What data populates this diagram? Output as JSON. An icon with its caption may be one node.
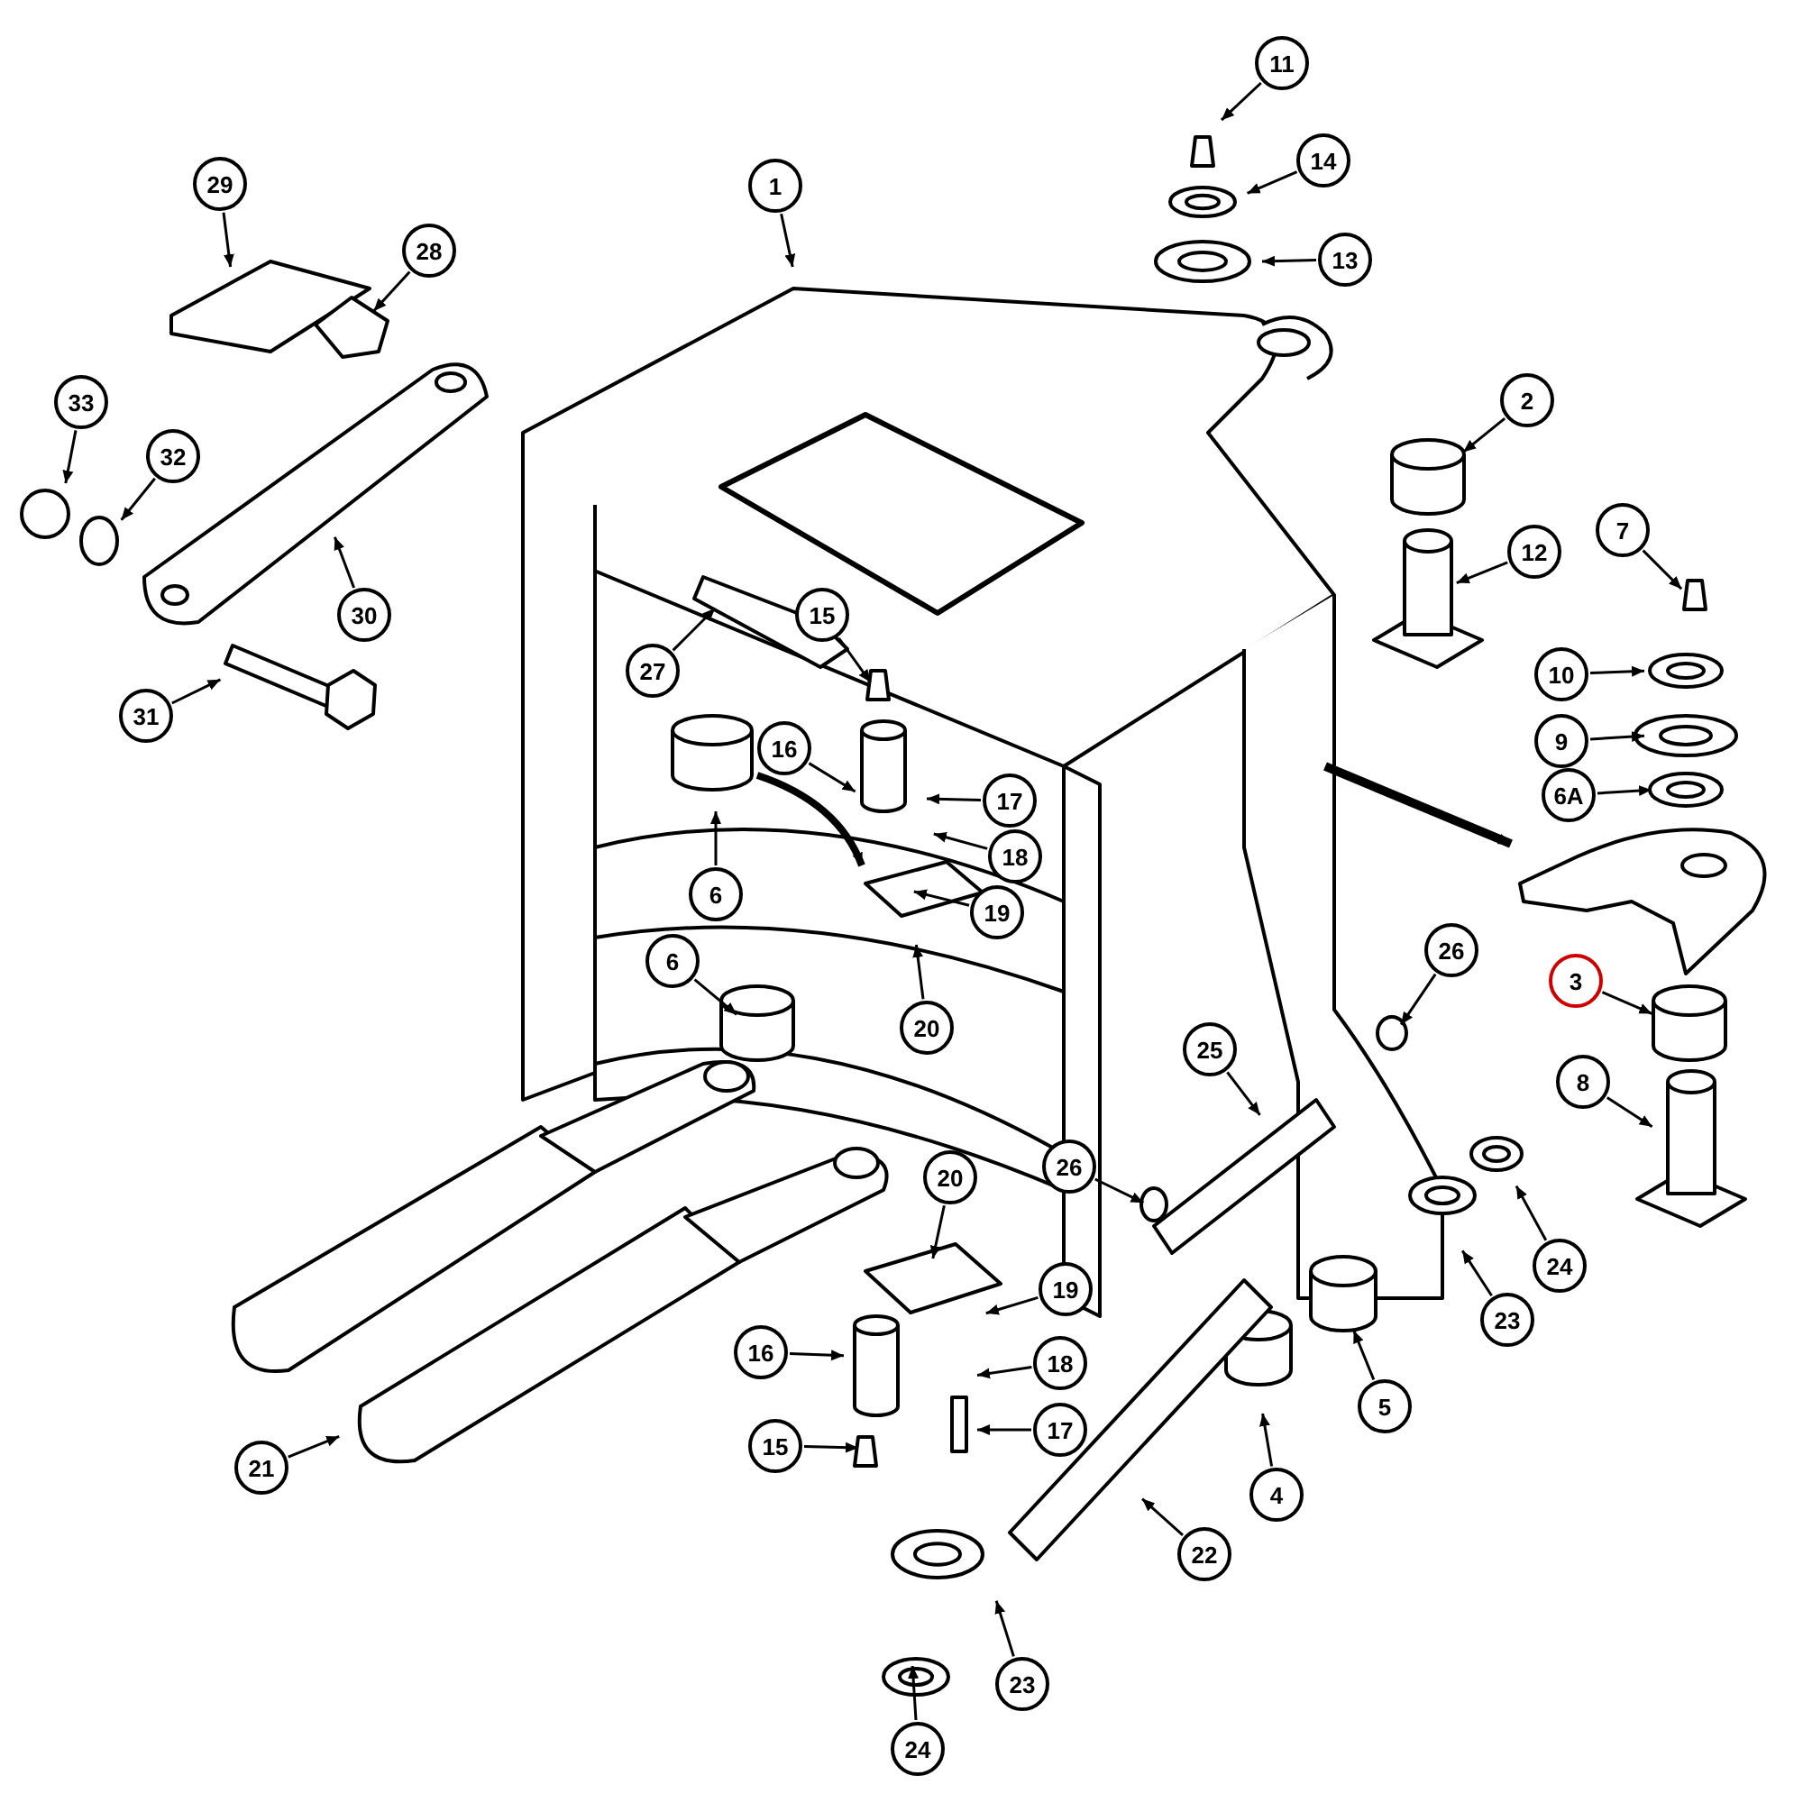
{
  "diagram": {
    "nodes": [
      {
        "text": [
          "11"
        ]
      },
      {
        "text": [
          "29"
        ]
      },
      {
        "text": [
          "1"
        ]
      },
      {
        "text": [
          "14"
        ]
      },
      {
        "text": [
          "13"
        ]
      },
      {
        "text": [
          "28"
        ]
      },
      {
        "text": [
          "2"
        ]
      },
      {
        "text": [
          "33"
        ]
      },
      {
        "text": [
          "32"
        ]
      },
      {
        "text": [
          "30"
        ]
      },
      {
        "text": [
          "12"
        ]
      },
      {
        "text": [
          "7"
        ]
      },
      {
        "text": [
          "10"
        ]
      },
      {
        "text": [
          "27"
        ]
      },
      {
        "text": [
          "15"
        ]
      },
      {
        "text": [
          "31"
        ]
      },
      {
        "text": [
          "9"
        ]
      },
      {
        "text": [
          "16"
        ]
      },
      {
        "text": [
          "6A"
        ]
      },
      {
        "text": [
          "17"
        ]
      },
      {
        "text": [
          "6"
        ]
      },
      {
        "text": [
          "18"
        ]
      },
      {
        "text": [
          "19"
        ]
      },
      {
        "text": [
          "26"
        ]
      },
      {
        "text": [
          "20"
        ]
      },
      {
        "text": [
          "3"
        ]
      },
      {
        "text": [
          "6"
        ]
      },
      {
        "text": [
          "8"
        ]
      },
      {
        "text": [
          "25"
        ]
      },
      {
        "text": [
          "26"
        ]
      },
      {
        "text": [
          "20"
        ]
      },
      {
        "text": [
          "24"
        ]
      },
      {
        "text": [
          "23"
        ]
      },
      {
        "text": [
          "19"
        ]
      },
      {
        "text": [
          "16"
        ]
      },
      {
        "text": [
          "18"
        ]
      },
      {
        "text": [
          "5"
        ]
      },
      {
        "text": [
          "21"
        ]
      },
      {
        "text": [
          "17"
        ]
      },
      {
        "text": [
          "15"
        ]
      },
      {
        "text": [
          "4"
        ]
      },
      {
        "text": [
          "22"
        ]
      },
      {
        "text": [
          "23"
        ]
      },
      {
        "text": [
          "24"
        ]
      }
    ],
    "edges": [
      {
        "from": 0,
        "to": null,
        "arrow": "to"
      },
      {
        "from": 1,
        "to": null,
        "arrow": "to"
      },
      {
        "from": 2,
        "to": null,
        "arrow": "to"
      },
      {
        "from": 3,
        "to": null,
        "arrow": "to"
      },
      {
        "from": 4,
        "to": null,
        "arrow": "to"
      },
      {
        "from": 5,
        "to": null,
        "arrow": "to"
      },
      {
        "from": 6,
        "to": null,
        "arrow": "to"
      },
      {
        "from": 7,
        "to": null,
        "arrow": "to"
      },
      {
        "from": 8,
        "to": null,
        "arrow": "to"
      },
      {
        "from": 9,
        "to": null,
        "arrow": "to"
      },
      {
        "from": 10,
        "to": null,
        "arrow": "to"
      },
      {
        "from": 11,
        "to": null,
        "arrow": "to"
      },
      {
        "from": 12,
        "to": null,
        "arrow": "to"
      },
      {
        "from": 13,
        "to": null,
        "arrow": "to"
      },
      {
        "from": 14,
        "to": null,
        "arrow": "to"
      },
      {
        "from": 15,
        "to": null,
        "arrow": "to"
      },
      {
        "from": 16,
        "to": null,
        "arrow": "to"
      },
      {
        "from": 17,
        "to": null,
        "arrow": "to"
      },
      {
        "from": 18,
        "to": null,
        "arrow": "to"
      },
      {
        "from": 19,
        "to": null,
        "arrow": "to"
      },
      {
        "from": 20,
        "to": null,
        "arrow": "to"
      },
      {
        "from": 21,
        "to": null,
        "arrow": "to"
      },
      {
        "from": 22,
        "to": null,
        "arrow": "to"
      },
      {
        "from": 23,
        "to": null,
        "arrow": "to"
      },
      {
        "from": 24,
        "to": null,
        "arrow": "to"
      },
      {
        "from": 25,
        "to": null,
        "arrow": "to"
      },
      {
        "from": 26,
        "to": null,
        "arrow": "to"
      },
      {
        "from": 27,
        "to": null,
        "arrow": "to"
      },
      {
        "from": 28,
        "to": null,
        "arrow": "to"
      },
      {
        "from": 29,
        "to": null,
        "arrow": "to"
      },
      {
        "from": 30,
        "to": null,
        "arrow": "to"
      },
      {
        "from": 31,
        "to": null,
        "arrow": "to"
      },
      {
        "from": 32,
        "to": null,
        "arrow": "to"
      },
      {
        "from": 33,
        "to": null,
        "arrow": "to"
      },
      {
        "from": 34,
        "to": null,
        "arrow": "to"
      },
      {
        "from": 35,
        "to": null,
        "arrow": "to"
      },
      {
        "from": 36,
        "to": null,
        "arrow": "to"
      },
      {
        "from": 37,
        "to": null,
        "arrow": "to"
      },
      {
        "from": 38,
        "to": null,
        "arrow": "to"
      },
      {
        "from": 39,
        "to": null,
        "arrow": "to"
      },
      {
        "from": 40,
        "to": null,
        "arrow": "to"
      },
      {
        "from": 41,
        "to": null,
        "arrow": "to"
      },
      {
        "from": 42,
        "to": null,
        "arrow": "to"
      },
      {
        "from": 43,
        "to": null,
        "arrow": "to"
      }
    ]
  }
}
